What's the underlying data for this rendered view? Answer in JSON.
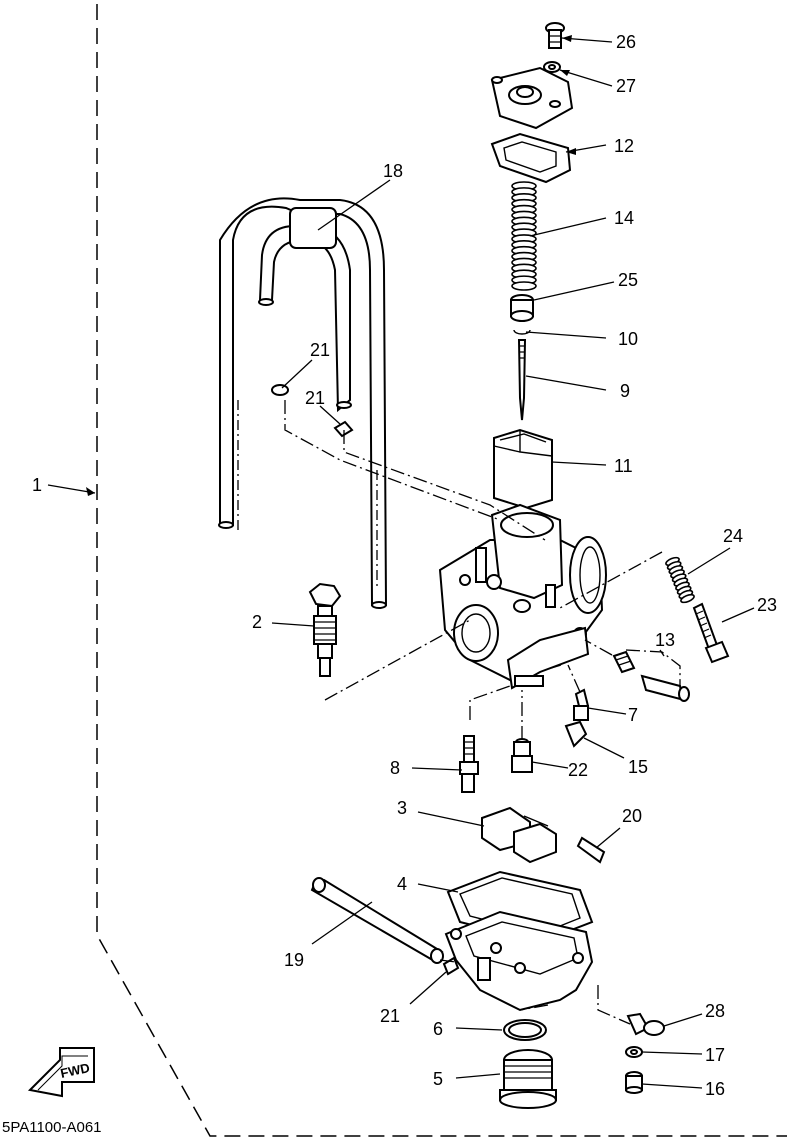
{
  "diagram": {
    "drawing_code": "5PA1100-A061",
    "fwd_label": "FWD",
    "callouts": [
      {
        "id": "c1",
        "text": "1"
      },
      {
        "id": "c2",
        "text": "2"
      },
      {
        "id": "c3",
        "text": "3"
      },
      {
        "id": "c4",
        "text": "4"
      },
      {
        "id": "c5",
        "text": "5"
      },
      {
        "id": "c6",
        "text": "6"
      },
      {
        "id": "c7",
        "text": "7"
      },
      {
        "id": "c8",
        "text": "8"
      },
      {
        "id": "c9",
        "text": "9"
      },
      {
        "id": "c10",
        "text": "10"
      },
      {
        "id": "c11",
        "text": "11"
      },
      {
        "id": "c12",
        "text": "12"
      },
      {
        "id": "c13",
        "text": "13"
      },
      {
        "id": "c14",
        "text": "14"
      },
      {
        "id": "c15",
        "text": "15"
      },
      {
        "id": "c16",
        "text": "16"
      },
      {
        "id": "c17",
        "text": "17"
      },
      {
        "id": "c18",
        "text": "18"
      },
      {
        "id": "c19",
        "text": "19"
      },
      {
        "id": "c20",
        "text": "20"
      },
      {
        "id": "c21a",
        "text": "21"
      },
      {
        "id": "c21b",
        "text": "21"
      },
      {
        "id": "c21c",
        "text": "21"
      },
      {
        "id": "c22",
        "text": "22"
      },
      {
        "id": "c23",
        "text": "23"
      },
      {
        "id": "c24",
        "text": "24"
      },
      {
        "id": "c25",
        "text": "25"
      },
      {
        "id": "c26",
        "text": "26"
      },
      {
        "id": "c27",
        "text": "27"
      },
      {
        "id": "c28",
        "text": "28"
      }
    ]
  }
}
